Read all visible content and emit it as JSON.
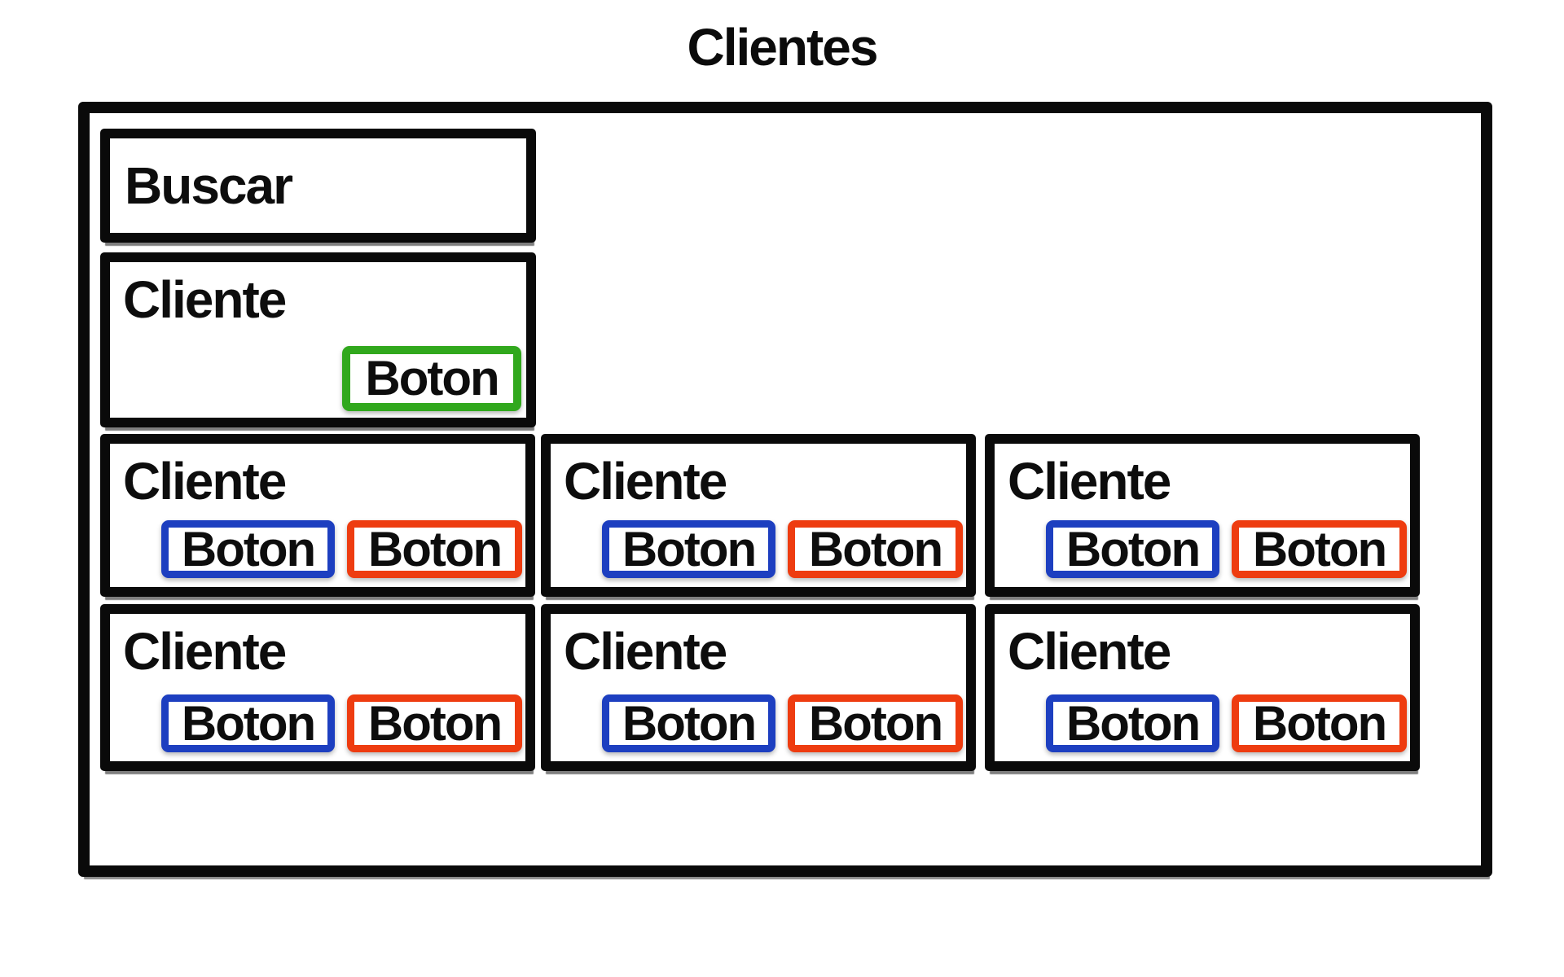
{
  "page": {
    "title": "Clientes"
  },
  "colors": {
    "outline_black": "#0a0a0a",
    "button_green": "#31a81d",
    "button_blue": "#1d3fc0",
    "button_red": "#ee3c10",
    "text": "#0d0d0d",
    "background": "#ffffff"
  },
  "search": {
    "label": "Buscar"
  },
  "featured_card": {
    "title": "Cliente",
    "buttons": [
      {
        "label": "Boton",
        "color": "#31a81d"
      }
    ]
  },
  "grid_cards": [
    {
      "title": "Cliente",
      "buttons": [
        {
          "label": "Boton",
          "color": "#1d3fc0"
        },
        {
          "label": "Boton",
          "color": "#ee3c10"
        }
      ]
    },
    {
      "title": "Cliente",
      "buttons": [
        {
          "label": "Boton",
          "color": "#1d3fc0"
        },
        {
          "label": "Boton",
          "color": "#ee3c10"
        }
      ]
    },
    {
      "title": "Cliente",
      "buttons": [
        {
          "label": "Boton",
          "color": "#1d3fc0"
        },
        {
          "label": "Boton",
          "color": "#ee3c10"
        }
      ]
    },
    {
      "title": "Cliente",
      "buttons": [
        {
          "label": "Boton",
          "color": "#1d3fc0"
        },
        {
          "label": "Boton",
          "color": "#ee3c10"
        }
      ]
    },
    {
      "title": "Cliente",
      "buttons": [
        {
          "label": "Boton",
          "color": "#1d3fc0"
        },
        {
          "label": "Boton",
          "color": "#ee3c10"
        }
      ]
    },
    {
      "title": "Cliente",
      "buttons": [
        {
          "label": "Boton",
          "color": "#1d3fc0"
        },
        {
          "label": "Boton",
          "color": "#ee3c10"
        }
      ]
    }
  ]
}
